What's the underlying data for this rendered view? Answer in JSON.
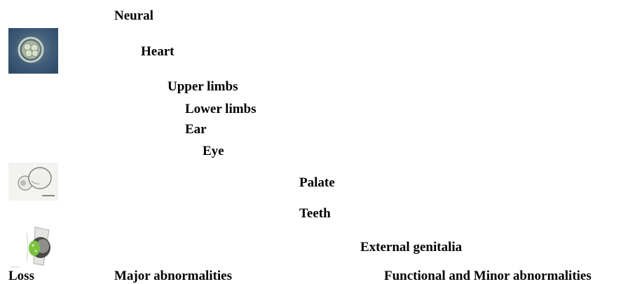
{
  "organs": [
    {
      "label": "Neural"
    },
    {
      "label": "Heart"
    },
    {
      "label": "Upper limbs"
    },
    {
      "label": "Lower limbs"
    },
    {
      "label": "Ear"
    },
    {
      "label": "Eye"
    },
    {
      "label": "Palate"
    },
    {
      "label": "Teeth"
    },
    {
      "label": "External genitalia"
    }
  ],
  "stages": [
    {
      "label": "Loss"
    },
    {
      "label": "Major abnormalities"
    },
    {
      "label": "Functional and Minor abnormalities"
    }
  ],
  "images": [
    {
      "name": "early-embryo-micrograph"
    },
    {
      "name": "blastocyst-micrograph"
    },
    {
      "name": "embryo-in-sac-illustration"
    }
  ],
  "colors": {
    "text": "#000000",
    "background": "#ffffff",
    "micrograph_dark": "#2f4d6a",
    "embryo_green": "#7cc242"
  }
}
